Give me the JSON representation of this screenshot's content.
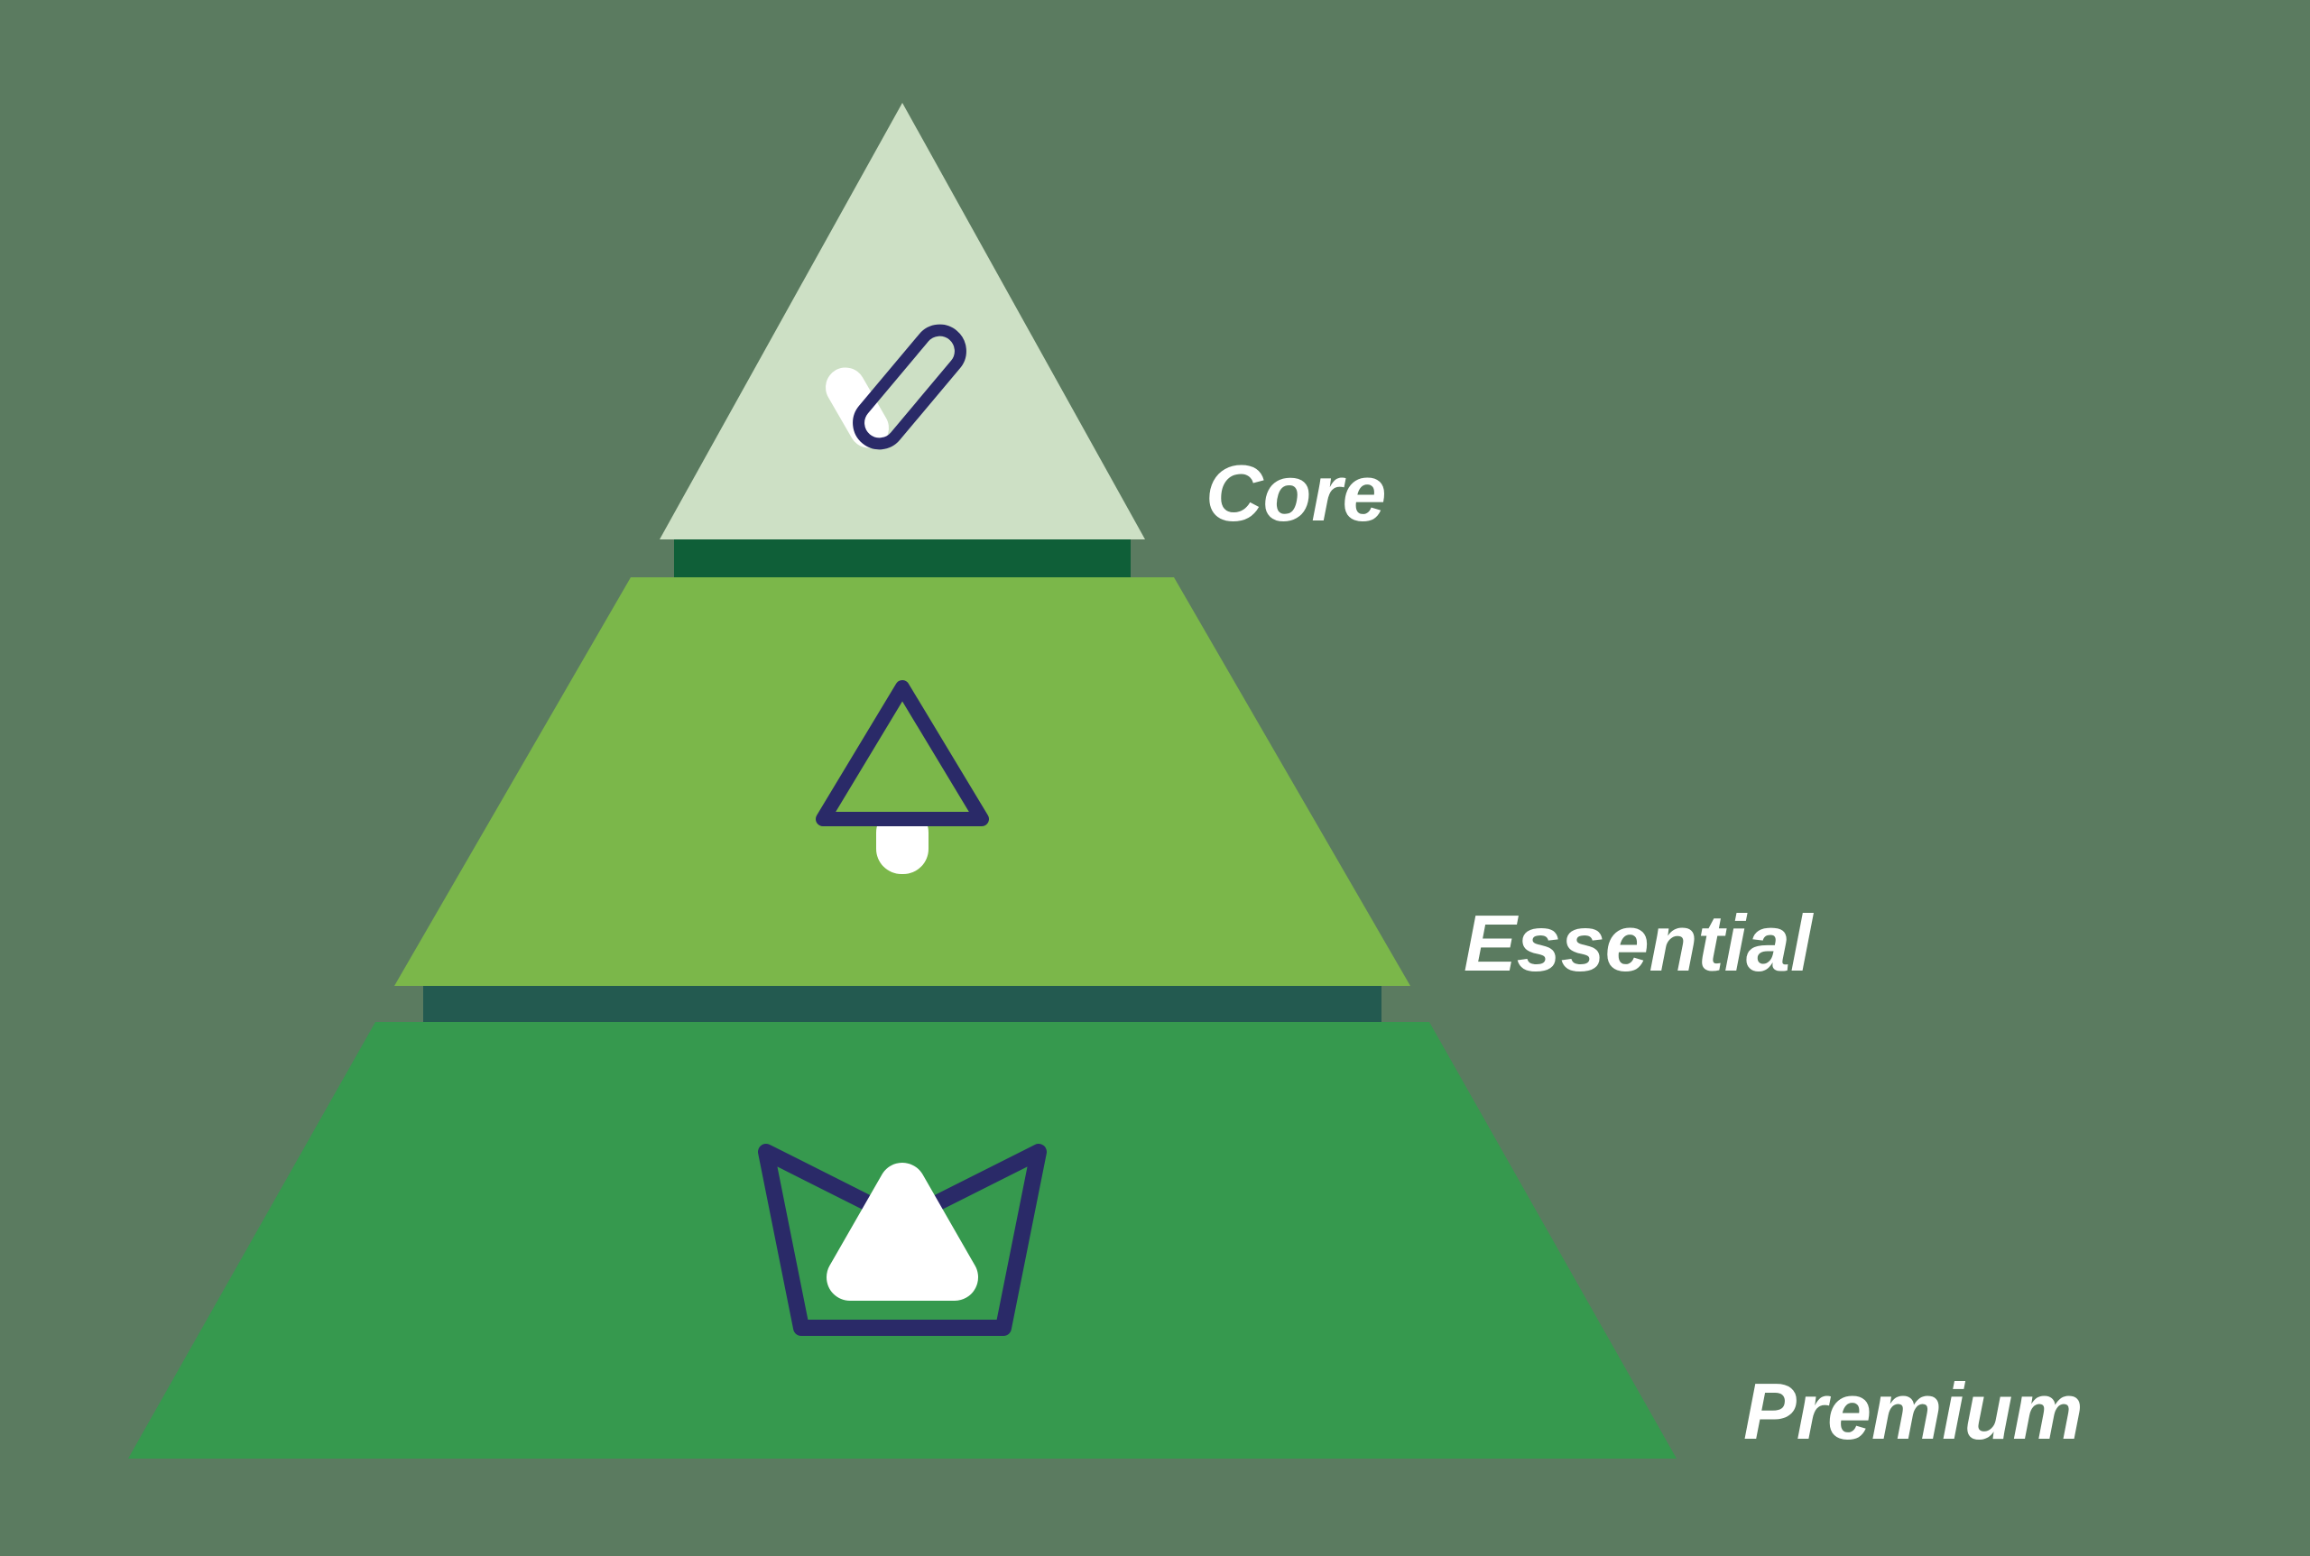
{
  "colors": {
    "background": "#5b7b60",
    "icon_outline": "#2a2a68",
    "icon_white": "#ffffff",
    "label_text": "#ffffff"
  },
  "tiers": [
    {
      "label": "Core",
      "icon": "check-icon",
      "fill": "#cde0c5"
    },
    {
      "label": "Essential",
      "icon": "upgrade-arrow-icon",
      "fill": "#7bb74a"
    },
    {
      "label": "Premium",
      "icon": "crown-icon",
      "fill": "#36994e"
    }
  ],
  "shadows": {
    "under_core": "#0f5f38",
    "under_essential": "#235a50"
  }
}
